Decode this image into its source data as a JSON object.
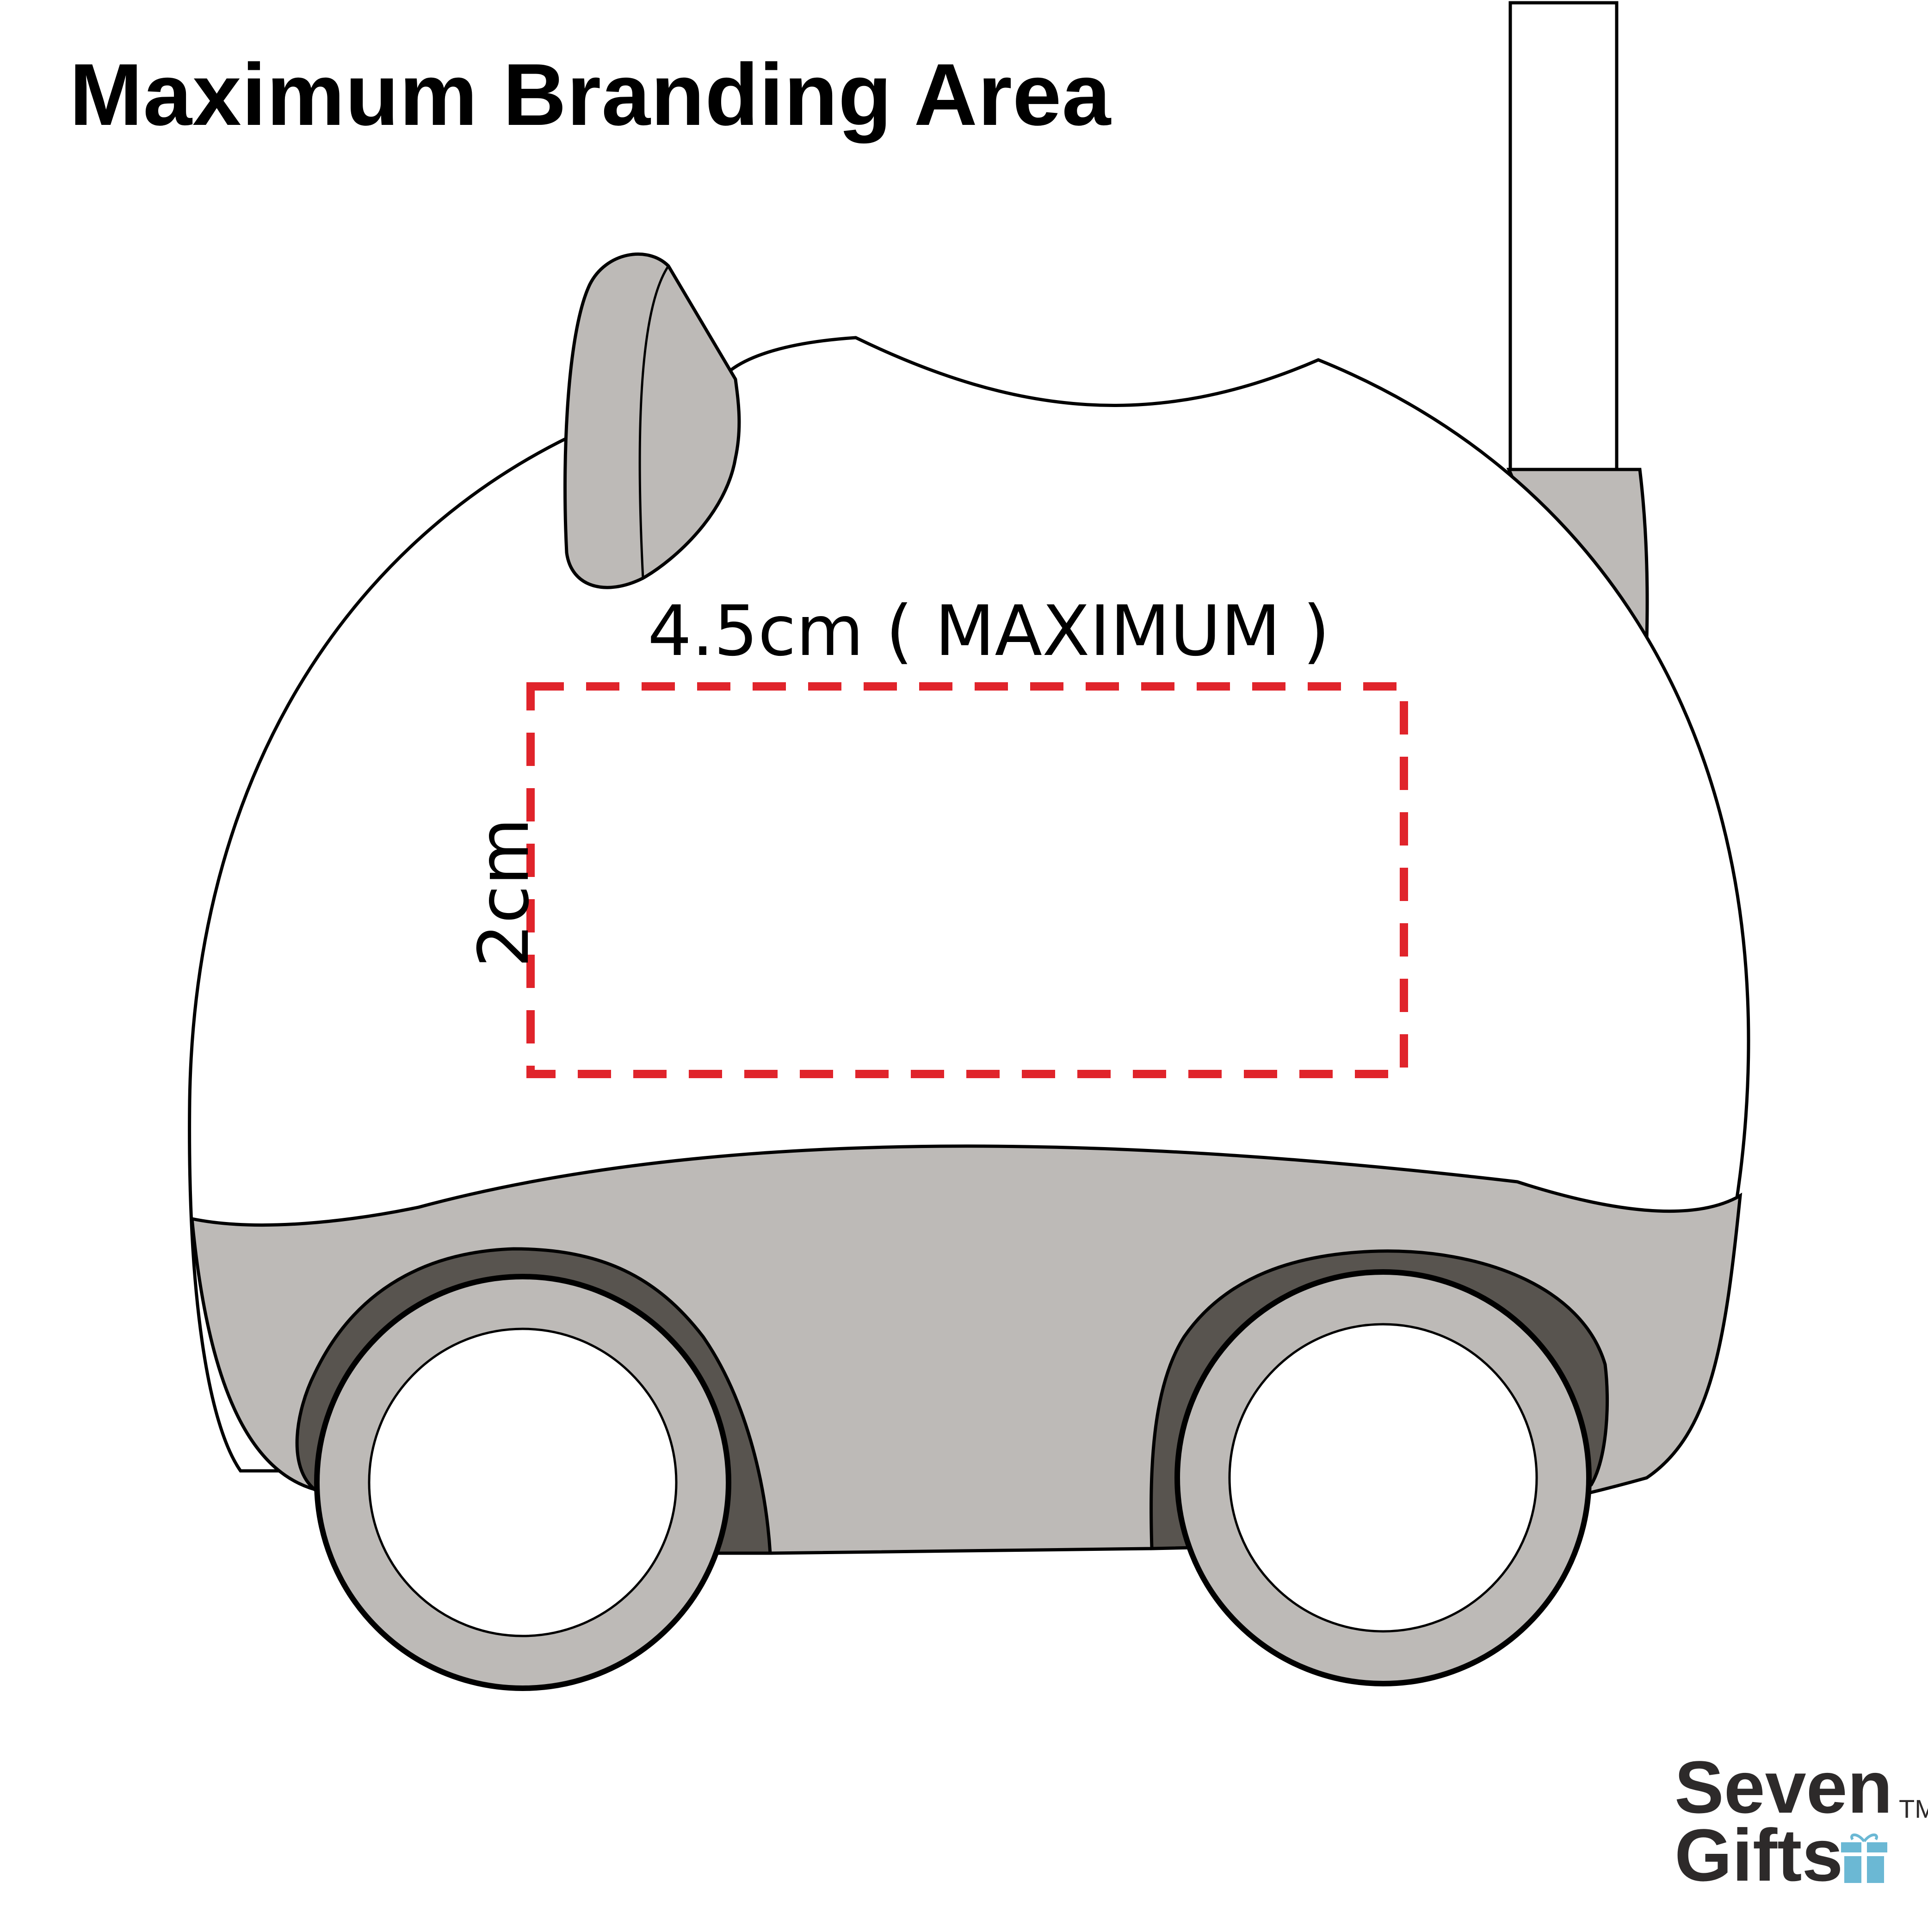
{
  "title": "Maximum Branding Area",
  "dimensions": {
    "width_label": "4.5cm ( MAXIMUM )",
    "height_label": "2cm"
  },
  "logo": {
    "line1": "Seven",
    "line2": "Gifts",
    "trademark": "TM",
    "icon": "gift-icon"
  },
  "colors": {
    "outline": "#000000",
    "body_light": "#ffffff",
    "body_gray": "#bdbab7",
    "tire_dark": "#58544f",
    "branding_border": "#e0242b",
    "gift_icon": "#6bb8d4"
  }
}
